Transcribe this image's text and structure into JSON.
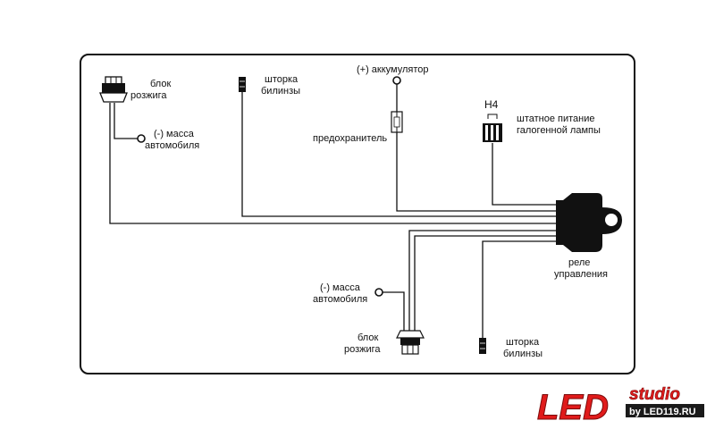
{
  "labels": {
    "ignition_top": [
      "блок",
      "розжига"
    ],
    "ground_top": [
      "(-) масса",
      "автомобиля"
    ],
    "shutter_top": [
      "шторка",
      "билинзы"
    ],
    "battery": "(+) аккумулятор",
    "fuse": "предохранитель",
    "h4": "H4",
    "stock_power": [
      "штатное питание",
      "галогенной лампы"
    ],
    "relay": [
      "реле",
      "управления"
    ],
    "ground_bottom": [
      "(-) масса",
      "автомобиля"
    ],
    "ignition_bottom": [
      "блок",
      "розжига"
    ],
    "shutter_bottom": [
      "шторка",
      "билинзы"
    ]
  },
  "logo": {
    "main": "LED",
    "studio": "studio",
    "by": "by LED119.RU",
    "color_red": "#e01b1b",
    "color_dark": "#1a1a1a"
  },
  "colors": {
    "line": "#111111",
    "background": "#ffffff"
  }
}
